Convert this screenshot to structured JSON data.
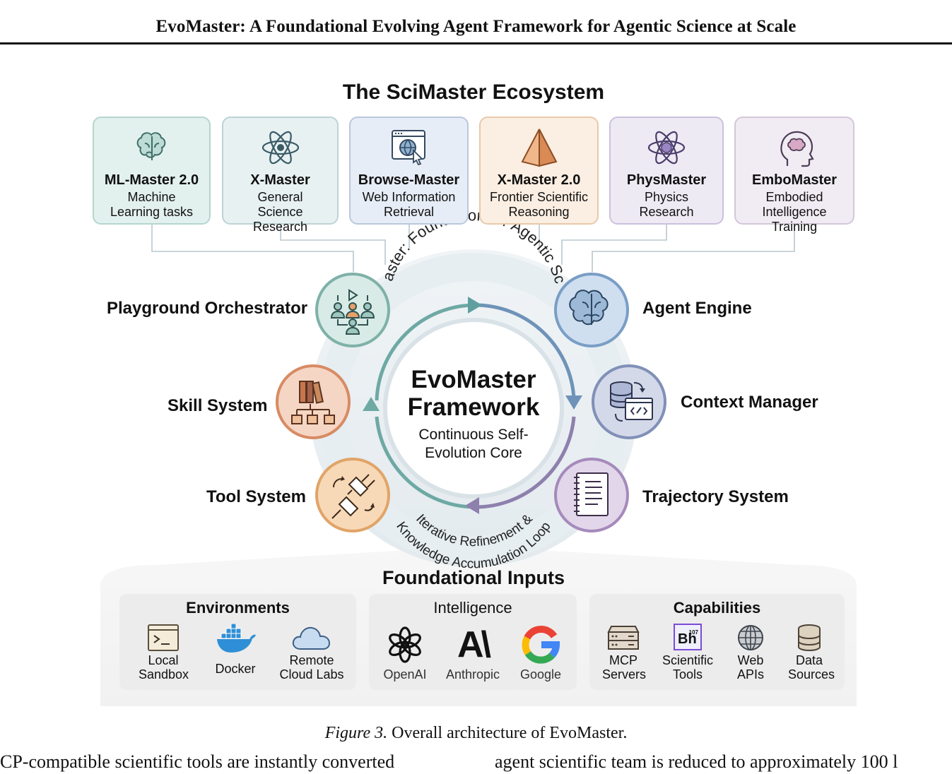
{
  "running_head": "EvoMaster: A Foundational Evolving Agent Framework for Agentic Science at Scale",
  "figure_title": "The SciMaster Ecosystem",
  "cards": [
    {
      "name": "ML-Master 2.0",
      "desc": "Machine Learning tasks",
      "icon": "brain-icon",
      "color": "#e3f1ee"
    },
    {
      "name": "X-Master",
      "desc": "General Science Research",
      "icon": "atom-icon",
      "color": "#e8f1f2"
    },
    {
      "name": "Browse-Master",
      "desc": "Web Information Retrieval",
      "icon": "globe-browser-icon",
      "color": "#e7edf7"
    },
    {
      "name": "X-Master 2.0",
      "desc": "Frontier Scientific Reasoning",
      "icon": "pyramid-icon",
      "color": "#fbeee2"
    },
    {
      "name": "PhysMaster",
      "desc": "Physics Research",
      "icon": "atom-icon",
      "color": "#eeeaf4"
    },
    {
      "name": "EmboMaster",
      "desc": "Embodied Intelligence Training",
      "icon": "head-brain-icon",
      "color": "#f1ecf3"
    }
  ],
  "arc_top": "EvoMaster: Foundation for Agentic Science",
  "arc_bottom_1": "Iterative Refinement &",
  "arc_bottom_2": "Knowledge Accumulation Loop",
  "center": {
    "title": "EvoMaster Framework",
    "subtitle": "Continuous Self-Evolution Core"
  },
  "nodes": [
    {
      "label": "Playground Orchestrator",
      "icon": "people-network-icon"
    },
    {
      "label": "Skill System",
      "icon": "books-hierarchy-icon"
    },
    {
      "label": "Tool System",
      "icon": "plug-icon"
    },
    {
      "label": "Agent Engine",
      "icon": "brain-icon"
    },
    {
      "label": "Context Manager",
      "icon": "database-code-icon"
    },
    {
      "label": "Trajectory System",
      "icon": "notebook-icon"
    }
  ],
  "foundational_title": "Foundational Inputs",
  "panels": {
    "environments": {
      "title": "Environments",
      "items": [
        "Local Sandbox",
        "Docker",
        "Remote Cloud Labs"
      ]
    },
    "intelligence": {
      "title": "Intelligence",
      "items": [
        "OpenAI",
        "Anthropic",
        "Google"
      ],
      "anthropic_mark": "A\\"
    },
    "capabilities": {
      "title": "Capabilities",
      "items": [
        "MCP Servers",
        "Scientific Tools",
        "Web APIs",
        "Data Sources"
      ],
      "element_symbol": "Bh",
      "element_number": "107"
    }
  },
  "caption": {
    "label": "Figure 3.",
    "text": "Overall architecture of EvoMaster."
  },
  "body_left": "CP-compatible scientific tools are instantly converted",
  "body_right": "agent scientific team is reduced to approximately 100 l"
}
